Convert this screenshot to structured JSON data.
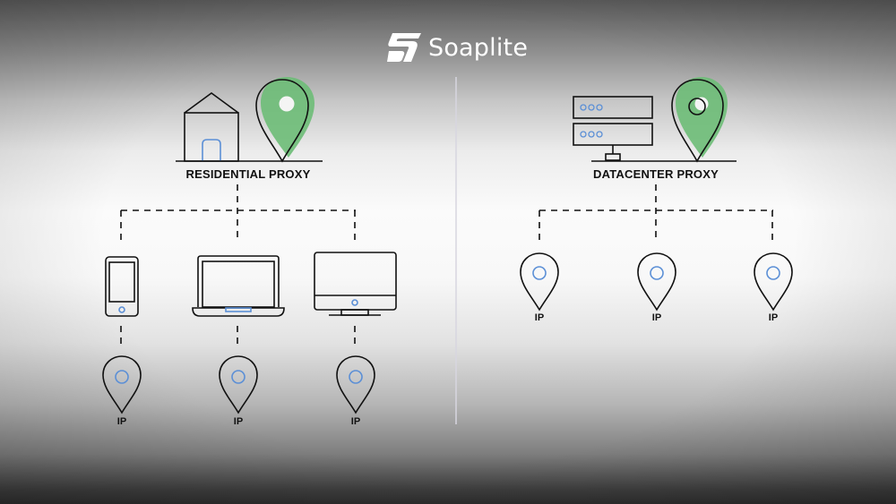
{
  "brand": {
    "name": "Soaplite",
    "logo_icon": "soaplite-s7-logo-icon",
    "text_color": "#ffffff"
  },
  "colors": {
    "accent_green": "#6dbd77",
    "outline": "#111111",
    "ip_circle_blue": "#5b8fd6",
    "divider": "#d7d6e0"
  },
  "left_panel": {
    "title": "RESIDENTIAL PROXY",
    "hero_icons": [
      "house-icon",
      "location-pin-icon"
    ],
    "devices": [
      {
        "icon": "smartphone-icon",
        "ip_label": "IP"
      },
      {
        "icon": "laptop-icon",
        "ip_label": "IP"
      },
      {
        "icon": "desktop-monitor-icon",
        "ip_label": "IP"
      }
    ]
  },
  "right_panel": {
    "title": "DATACENTER PROXY",
    "hero_icons": [
      "server-rack-icon",
      "location-pin-icon"
    ],
    "nodes": [
      {
        "ip_label": "IP"
      },
      {
        "ip_label": "IP"
      },
      {
        "ip_label": "IP"
      }
    ]
  }
}
